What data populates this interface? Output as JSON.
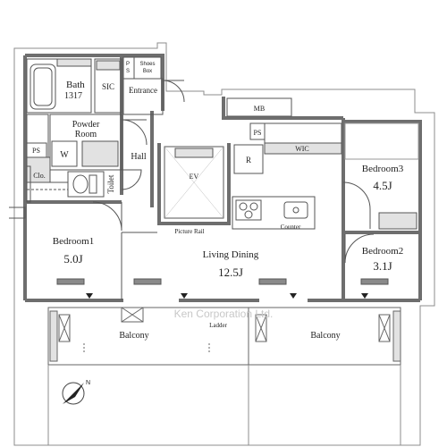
{
  "plan": {
    "rooms": {
      "bath": "Bath",
      "bath_size": "1317",
      "sic": "SIC",
      "ps_top": "P\nS",
      "shoes_box": "Shoes\nBox",
      "entrance": "Entrance",
      "powder_room_line1": "Powder",
      "powder_room_line2": "Room",
      "ps_left": "PS",
      "w": "W",
      "clo": "Clo.",
      "toilet": "Toilet",
      "hall": "Hall",
      "mb": "MB",
      "ps_mid": "PS",
      "wic": "WIC",
      "ev": "EV",
      "r": "R",
      "bedroom3": "Bedroom3",
      "bedroom3_size": "4.5J",
      "bedroom1": "Bedroom1",
      "bedroom1_size": "5.0J",
      "picture_rail": "Picture Rail",
      "counter": "Counter",
      "living_dining": "Living Dining",
      "living_dining_size": "12.5J",
      "bedroom2": "Bedroom2",
      "bedroom2_size": "3.1J",
      "balcony_left": "Balcony",
      "balcony_right": "Balcony",
      "ladder": "Ladder"
    },
    "watermark": "Ken Corporation Ltd.",
    "compass_label": "N",
    "colors": {
      "wall": "#7a7a7a",
      "wall_light": "#b9b9b9",
      "line": "#444444",
      "fill_gray": "#e2e2e2"
    }
  }
}
